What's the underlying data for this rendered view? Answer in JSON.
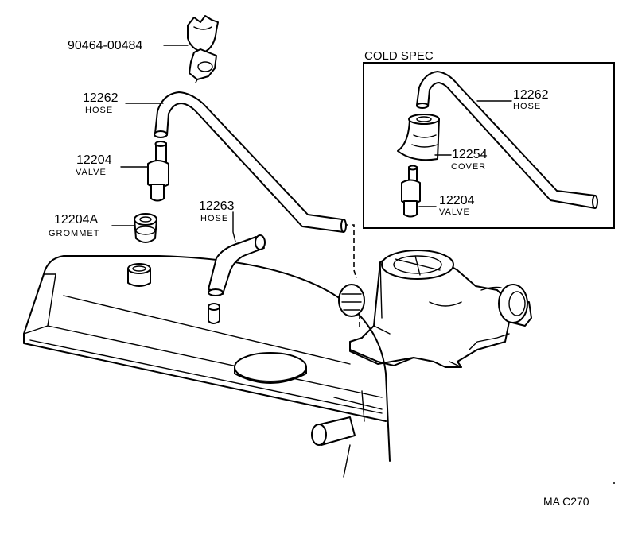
{
  "callouts": {
    "clip": {
      "number": "90464-00484"
    },
    "hose_main": {
      "number": "12262",
      "name": "HOSE"
    },
    "valve_main": {
      "number": "12204",
      "name": "VALVE"
    },
    "grommet": {
      "number": "12204A",
      "name": "GROMMET"
    },
    "hose_short": {
      "number": "12263",
      "name": "HOSE"
    }
  },
  "inset": {
    "title": "COLD SPEC",
    "hose": {
      "number": "12262",
      "name": "HOSE"
    },
    "cover": {
      "number": "12254",
      "name": "COVER"
    },
    "valve": {
      "number": "12204",
      "name": "VALVE"
    }
  },
  "diagram_code": "MA C270"
}
